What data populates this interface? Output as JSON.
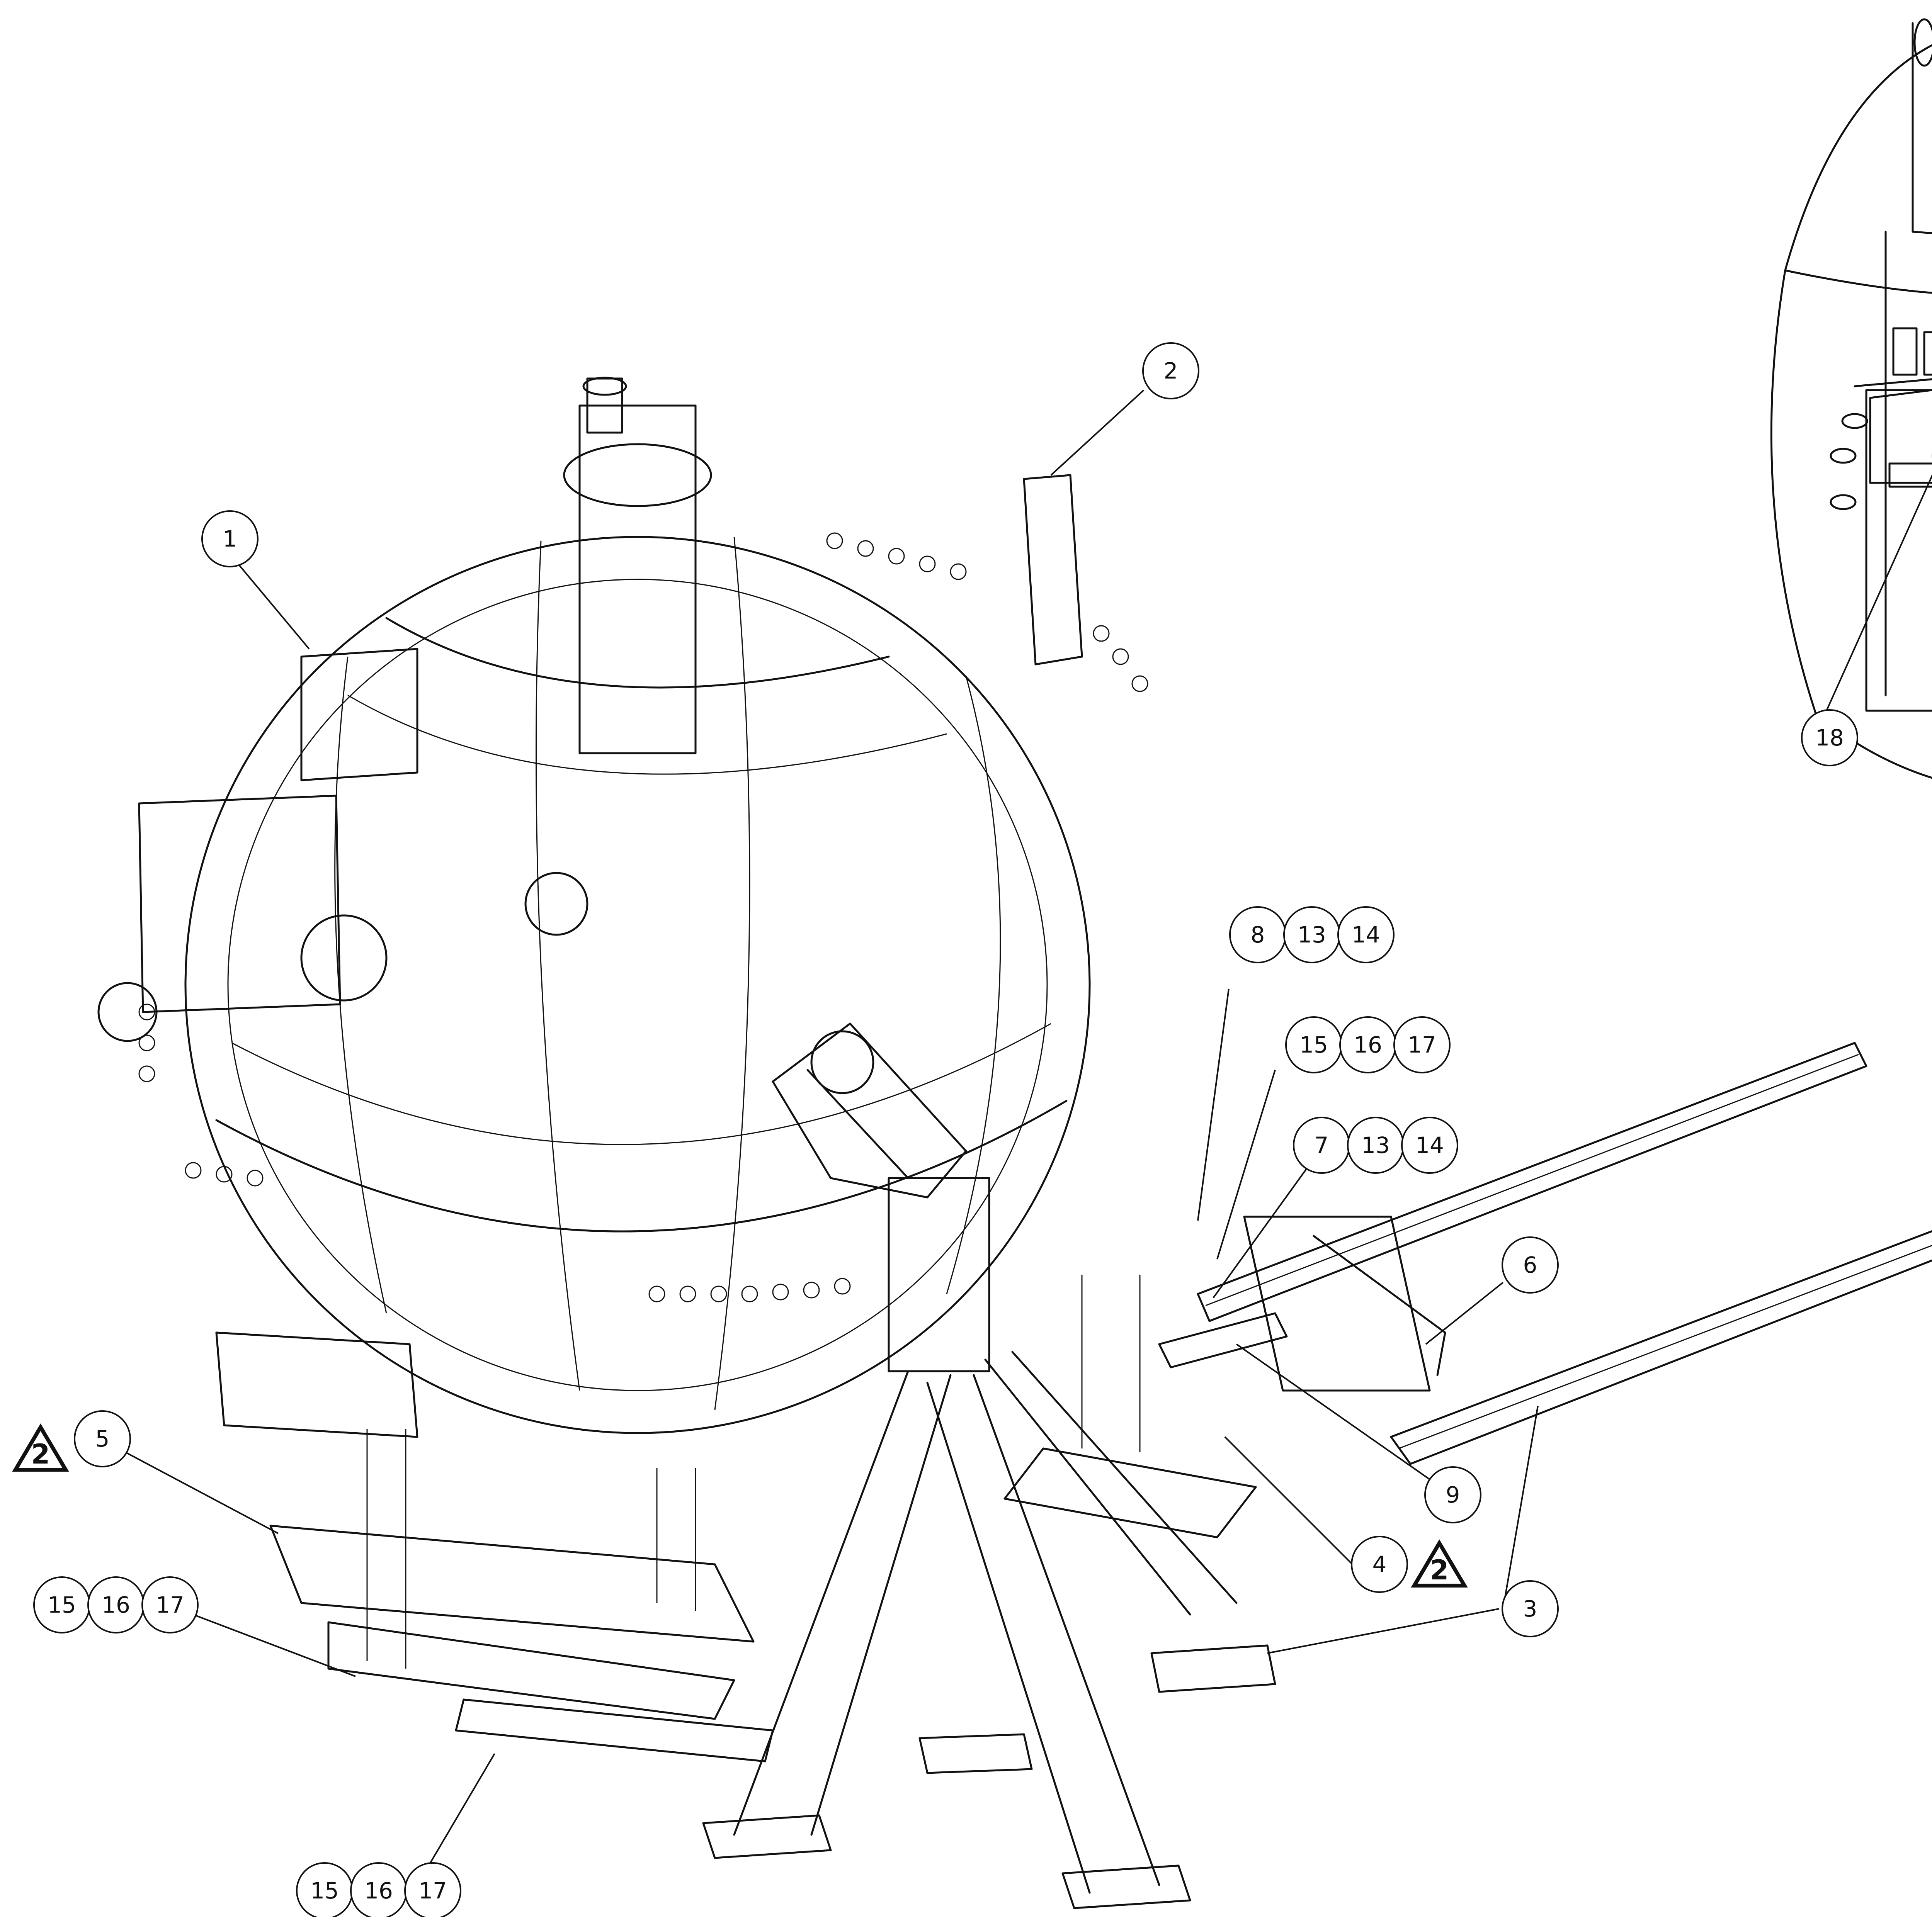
{
  "callouts": [
    {
      "id": "c1",
      "labels": [
        "1"
      ]
    },
    {
      "id": "c2",
      "labels": [
        "2"
      ]
    },
    {
      "id": "c3",
      "labels": [
        "3"
      ]
    },
    {
      "id": "c4",
      "labels": [
        "4"
      ]
    },
    {
      "id": "c5",
      "labels": [
        "5"
      ]
    },
    {
      "id": "c6",
      "labels": [
        "6"
      ]
    },
    {
      "id": "c7",
      "labels": [
        "7",
        "13",
        "14"
      ]
    },
    {
      "id": "c8",
      "labels": [
        "8",
        "13",
        "14"
      ]
    },
    {
      "id": "c9",
      "labels": [
        "9"
      ]
    },
    {
      "id": "c15a",
      "labels": [
        "15",
        "16",
        "17"
      ]
    },
    {
      "id": "c15b",
      "labels": [
        "15",
        "16",
        "17"
      ]
    },
    {
      "id": "c15c",
      "labels": [
        "15",
        "16",
        "17"
      ]
    },
    {
      "id": "c18",
      "labels": [
        "18"
      ]
    }
  ],
  "revision_flags": [
    {
      "id": "r-left",
      "label": "2"
    },
    {
      "id": "r-mid",
      "label": "2"
    },
    {
      "id": "r-right",
      "label": "2"
    }
  ]
}
